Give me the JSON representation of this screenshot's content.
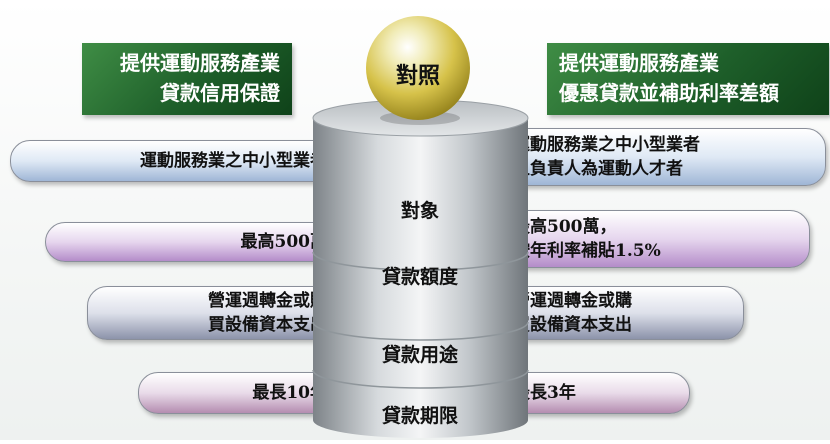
{
  "center": {
    "ball_label": "對照",
    "segments": [
      "對象",
      "貸款額度",
      "貸款用途",
      "貸款期限"
    ]
  },
  "left": {
    "title_lines": [
      "提供運動服務產業",
      "貸款信用保證"
    ],
    "rows": [
      [
        "運動服務業之中小型業者"
      ],
      [
        "最高500萬"
      ],
      [
        "營運週轉金或購",
        "買設備資本支出"
      ],
      [
        "最長10年"
      ]
    ]
  },
  "right": {
    "title_lines": [
      "提供運動服務產業",
      "優惠貸款並補助利率差額"
    ],
    "rows": [
      [
        "運動服務業之中小型業者",
        "且負責人為運動人才者"
      ],
      [
        "最高500萬，",
        "按年利率補貼1.5%"
      ],
      [
        "營運週轉金或購",
        "買設備資本支出"
      ],
      [
        "最長3年"
      ]
    ]
  },
  "colors": {
    "panel_green": "#1e5f2a",
    "ball_gold": "#d6c24a",
    "cylinder_gray": "#aab0b5"
  }
}
